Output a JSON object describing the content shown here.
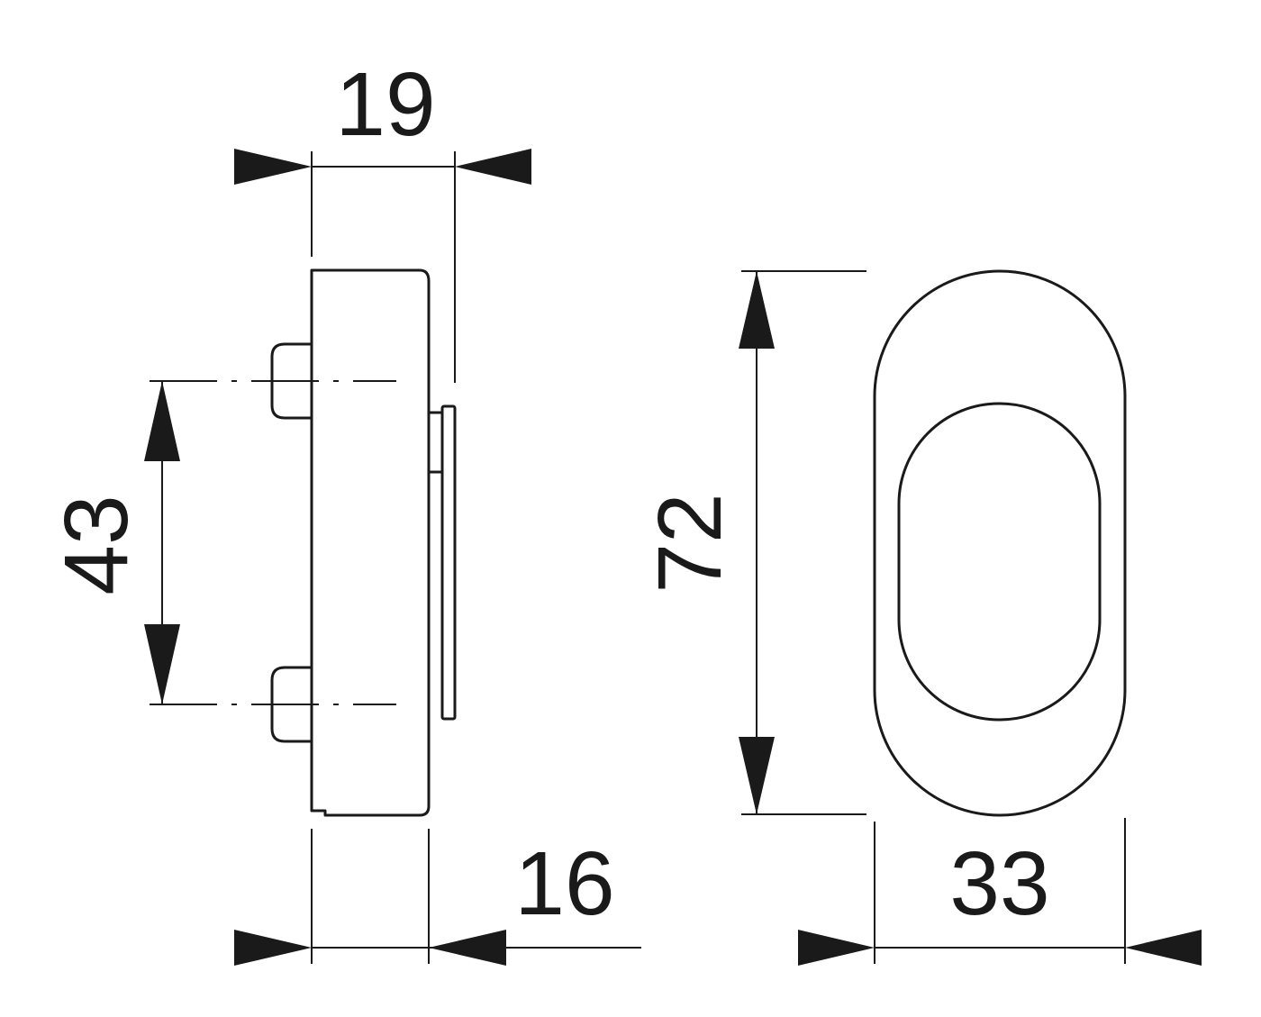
{
  "dimensions": {
    "total_depth": "19",
    "rose_depth": "16",
    "screw_spacing": "43",
    "height": "72",
    "width": "33"
  },
  "colors": {
    "line": "#1a1a1a",
    "background": "#ffffff"
  }
}
